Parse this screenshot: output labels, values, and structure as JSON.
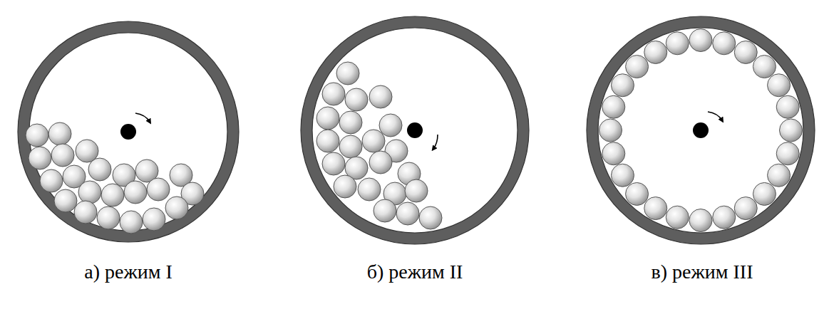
{
  "diagram": {
    "labels": [
      "а) режим I",
      "б) режим II",
      "в) режим III"
    ]
  }
}
